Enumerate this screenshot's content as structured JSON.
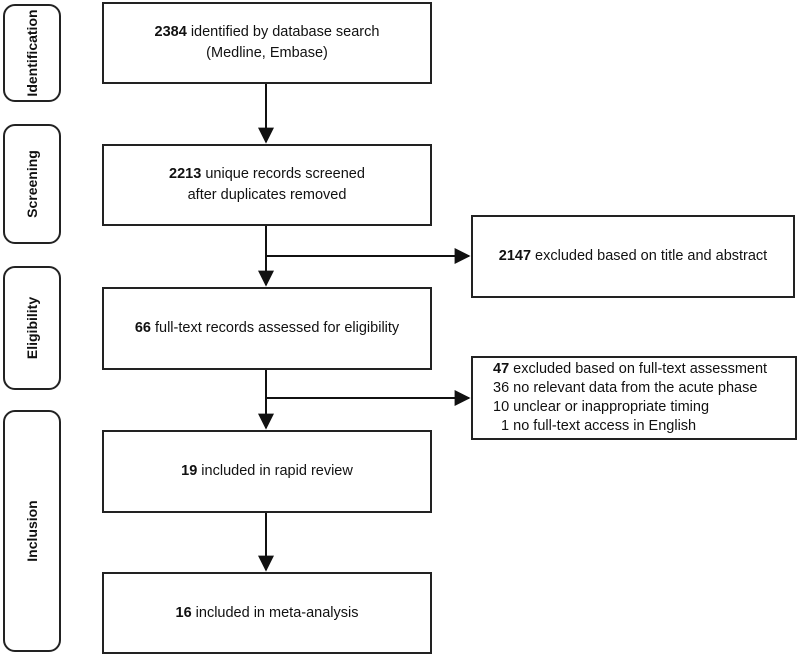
{
  "phases": {
    "identification": "Identification",
    "screening": "Screening",
    "eligibility": "Eligibility",
    "inclusion": "Inclusion"
  },
  "boxes": {
    "identified": {
      "num": "2384",
      "text": " identified by database search",
      "line2": "(Medline, Embase)"
    },
    "screened": {
      "num": "2213",
      "text": " unique records screened",
      "line2": "after duplicates removed"
    },
    "excluded_title": {
      "num": "2147",
      "text": " excluded based on title and abstract"
    },
    "fulltext": {
      "num": "66",
      "text": " full-text records assessed for eligibility"
    },
    "excluded_fulltext": {
      "num": "47",
      "text": " excluded based on full-text assessment",
      "reasons": [
        "36 no relevant data from the acute phase",
        "10 unclear or inappropriate timing",
        "  1 no full-text access in English"
      ]
    },
    "rapid_review": {
      "num": "19",
      "text": " included in rapid review"
    },
    "meta_analysis": {
      "num": "16",
      "text": " included in meta-analysis"
    }
  }
}
